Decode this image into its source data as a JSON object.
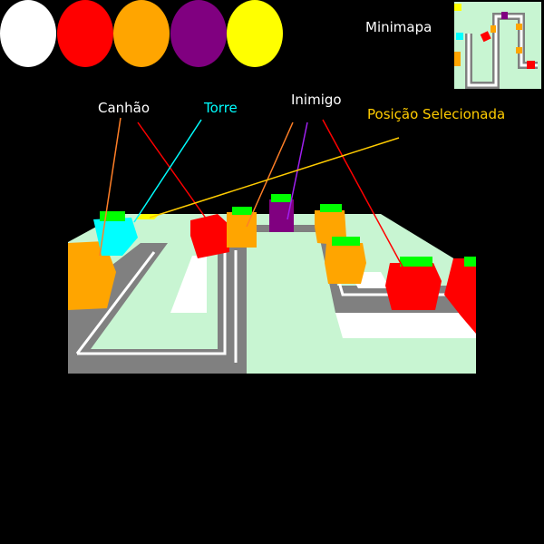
{
  "palette": {
    "swatches": [
      {
        "name": "white",
        "color": "#ffffff"
      },
      {
        "name": "red",
        "color": "#ff0000"
      },
      {
        "name": "orange",
        "color": "#ffa500"
      },
      {
        "name": "purple",
        "color": "#800080"
      },
      {
        "name": "yellow",
        "color": "#ffff00"
      }
    ]
  },
  "minimap": {
    "label": "Minimapa",
    "label_color": "#ffffff"
  },
  "callouts": {
    "cannon": {
      "label": "Canhão",
      "color": "#ffffff"
    },
    "tower": {
      "label": "Torre",
      "color": "#00ffff"
    },
    "enemy": {
      "label": "Inimigo",
      "color": "#ffffff"
    },
    "selected_position": {
      "label": "Posição Selecionada",
      "color": "#ffcc00"
    }
  },
  "colors": {
    "ground": "#c8f5d2",
    "road": "#808080",
    "road_line": "#ffffff",
    "cannon": "#ffa500",
    "tower": "#00ffff",
    "enemy_red": "#ff0000",
    "enemy_purple": "#800080",
    "health_bar": "#00ff00",
    "selection": "#ffff00"
  }
}
